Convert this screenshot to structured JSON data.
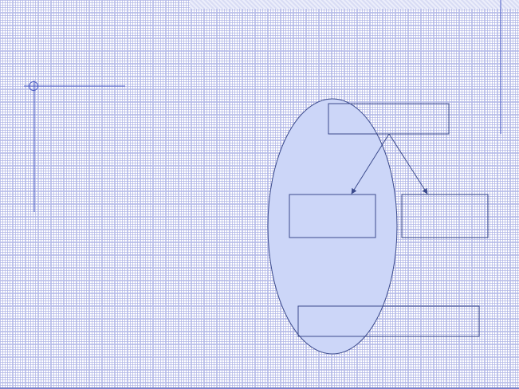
{
  "colors": {
    "background": "#ffffff",
    "grid": "#bec4eb",
    "accent_line": "#4a5bc4",
    "ellipse_fill": "#ccd6f8",
    "shape_stroke": "#3b4a8c",
    "top_band": "#dde1f6"
  },
  "diagram": {
    "nodes": [
      {
        "id": "top-box",
        "label": ""
      },
      {
        "id": "left-box",
        "label": ""
      },
      {
        "id": "right-box",
        "label": ""
      },
      {
        "id": "bottom-box",
        "label": ""
      }
    ],
    "edges": [
      {
        "from": "top-box",
        "to": "left-box"
      },
      {
        "from": "top-box",
        "to": "right-box"
      }
    ],
    "group": {
      "id": "highlight-ellipse",
      "label": ""
    }
  },
  "icons": {
    "crosshair": "crosshair-icon"
  }
}
